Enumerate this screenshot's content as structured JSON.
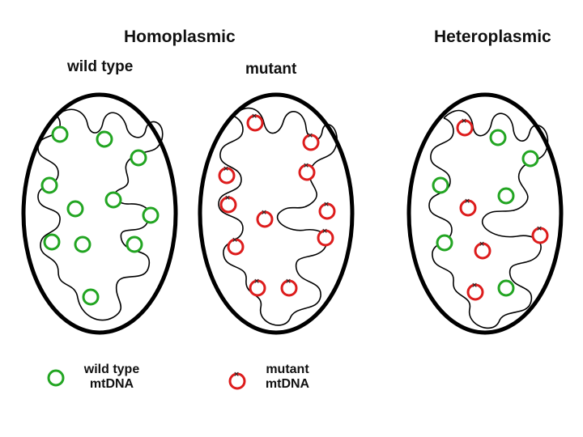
{
  "titles": {
    "homoplasmic": "Homoplasmic",
    "heteroplasmic": "Heteroplasmic"
  },
  "cell_labels": {
    "wild_type": "wild type",
    "mutant": "mutant"
  },
  "legend": {
    "wild_type": "wild type\nmtDNA",
    "mutant": "mutant\nmtDNA"
  },
  "colors": {
    "wild_type": "#22a522",
    "mutant": "#dd1c1c",
    "membrane": "#000000",
    "mutation_mark": "#222222"
  },
  "mitochondria": [
    {
      "id": "wild-type",
      "mtdna": [
        "wild",
        "wild",
        "wild",
        "wild",
        "wild",
        "wild",
        "wild",
        "wild",
        "wild",
        "wild",
        "wild"
      ]
    },
    {
      "id": "mutant",
      "mtdna": [
        "mutant",
        "mutant",
        "mutant",
        "mutant",
        "mutant",
        "mutant",
        "mutant",
        "mutant",
        "mutant",
        "mutant",
        "mutant"
      ]
    },
    {
      "id": "heteroplasmic",
      "mtdna": [
        "mutant",
        "wild",
        "wild",
        "wild",
        "mutant",
        "wild",
        "wild",
        "mutant",
        "mutant",
        "mutant",
        "wild"
      ]
    }
  ]
}
